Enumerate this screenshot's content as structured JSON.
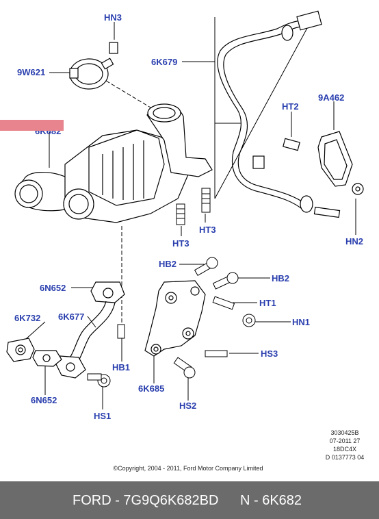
{
  "labels": {
    "HN3": "HN3",
    "9W621": "9W621",
    "6K679": "6K679",
    "6K682": "6K682",
    "HT2": "HT2",
    "9A462": "9A462",
    "HT3_a": "HT3",
    "HT3_b": "HT3",
    "HN2": "HN2",
    "HB2_a": "HB2",
    "HB2_b": "HB2",
    "HT1": "HT1",
    "HN1": "HN1",
    "HS3": "HS3",
    "6N652_a": "6N652",
    "6K732": "6K732",
    "6K677": "6K677",
    "HB1": "HB1",
    "6N652_b": "6N652",
    "6K685": "6K685",
    "HS2": "HS2",
    "HS1": "HS1"
  },
  "reference": {
    "line1": "3030425B",
    "line2": "07-2011 27",
    "line3": "18DC4X",
    "line4": "D 0137773 04"
  },
  "copyright": "©Copyright, 2004 - 2011, Ford Motor Company Limited",
  "footer": {
    "part": "FORD - 7G9Q6K682BD",
    "code": "N - 6K682"
  },
  "colors": {
    "label": "#2a3fae",
    "footer_bg": "#6b6b6b",
    "highlight": "#e8848d"
  }
}
